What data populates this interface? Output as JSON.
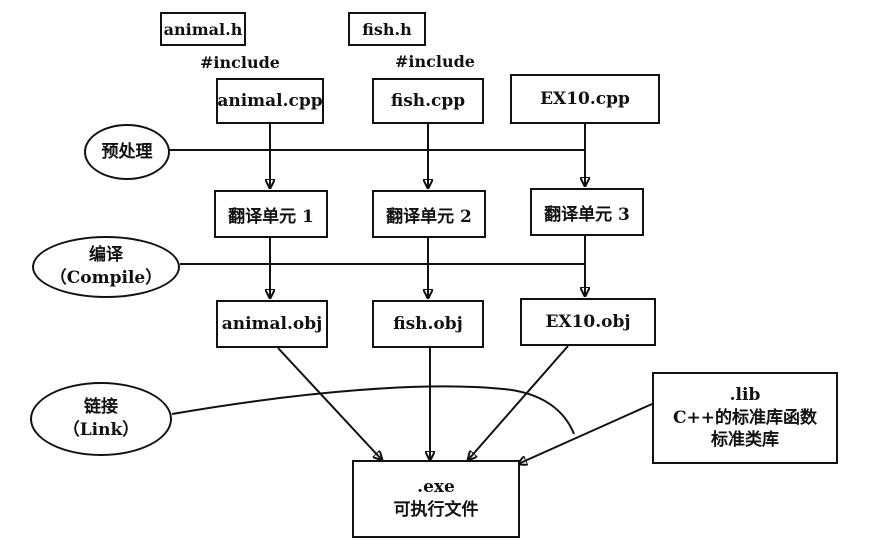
{
  "headers": {
    "animal_h": "animal.h",
    "fish_h": "fish.h"
  },
  "include_labels": {
    "left": "#include",
    "right": "#include"
  },
  "sources": {
    "animal_cpp": "animal.cpp",
    "fish_cpp": "fish.cpp",
    "ex10_cpp": "EX10.cpp"
  },
  "stages": {
    "preprocess": "预处理",
    "compile_line1": "编译",
    "compile_line2": "（Compile）",
    "link_line1": "链接",
    "link_line2": "（Link）"
  },
  "units": {
    "unit1": "翻译单元 1",
    "unit2": "翻译单元 2",
    "unit3": "翻译单元 3"
  },
  "objects": {
    "animal_obj": "animal.obj",
    "fish_obj": "fish.obj",
    "ex10_obj": "EX10.obj"
  },
  "library": {
    "line1": ".lib",
    "line2": "C++的标准库函数",
    "line3": "标准类库"
  },
  "executable": {
    "line1": ".exe",
    "line2": "可执行文件"
  }
}
